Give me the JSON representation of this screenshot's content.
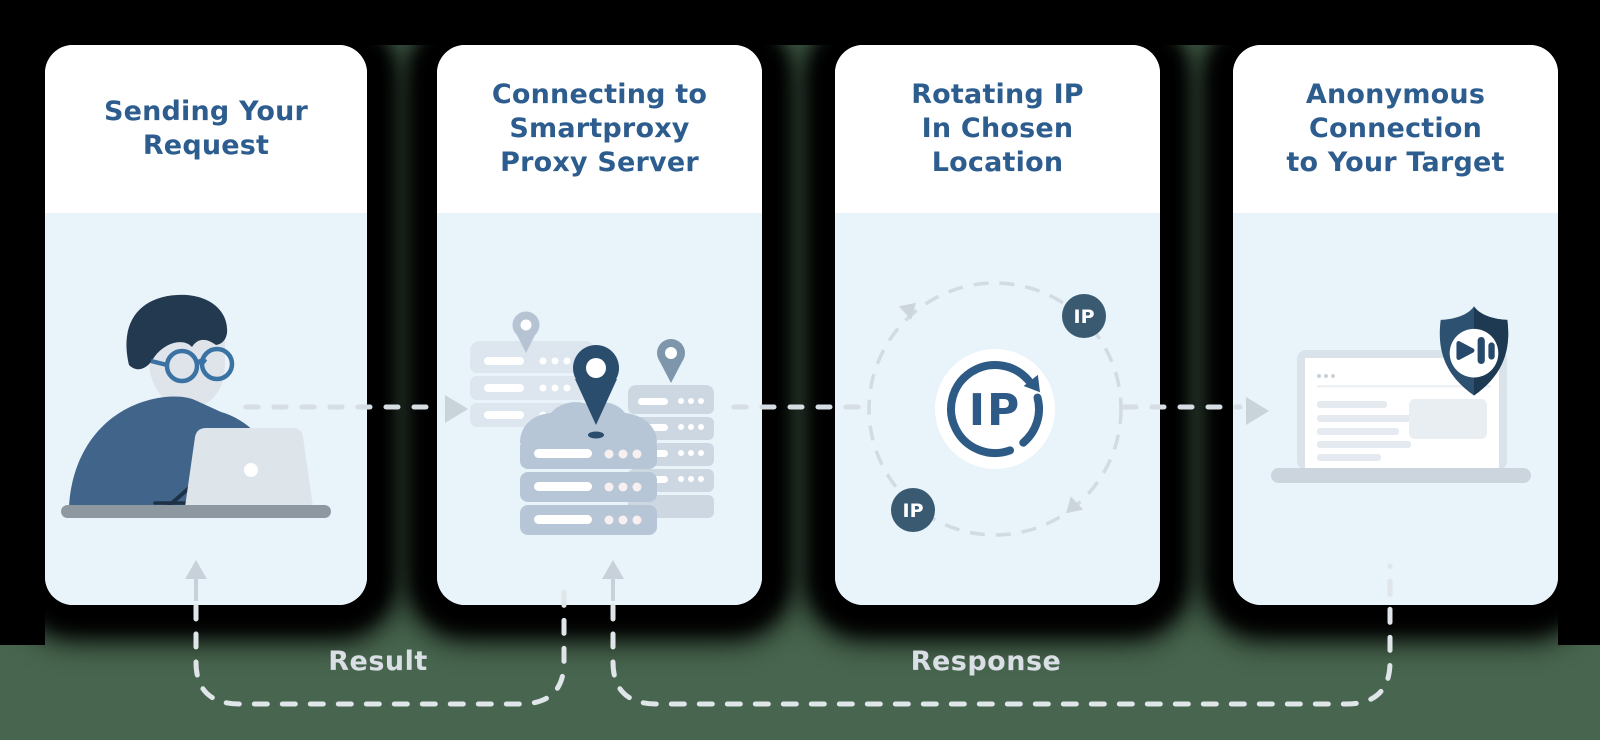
{
  "diagram": {
    "cards": [
      {
        "title": "Sending Your\nRequest"
      },
      {
        "title": "Connecting to\nSmartproxy\nProxy Server"
      },
      {
        "title": "Rotating IP\nIn Chosen\nLocation"
      },
      {
        "title": "Anonymous\nConnection\nto Your Target"
      }
    ],
    "return_labels": {
      "result": "Result",
      "response": "Response"
    },
    "ip_rotation": {
      "center_label": "IP",
      "badge_top_label": "IP",
      "badge_bottom_label": "IP"
    },
    "colors": {
      "title_blue": "#2d5d8e",
      "card_body_blue": "#e8f3fa",
      "background_green": "#48664f",
      "shadow_black": "#000000",
      "accent_navy": "#2a4c6d",
      "dash_gray": "#dde4e9"
    }
  }
}
